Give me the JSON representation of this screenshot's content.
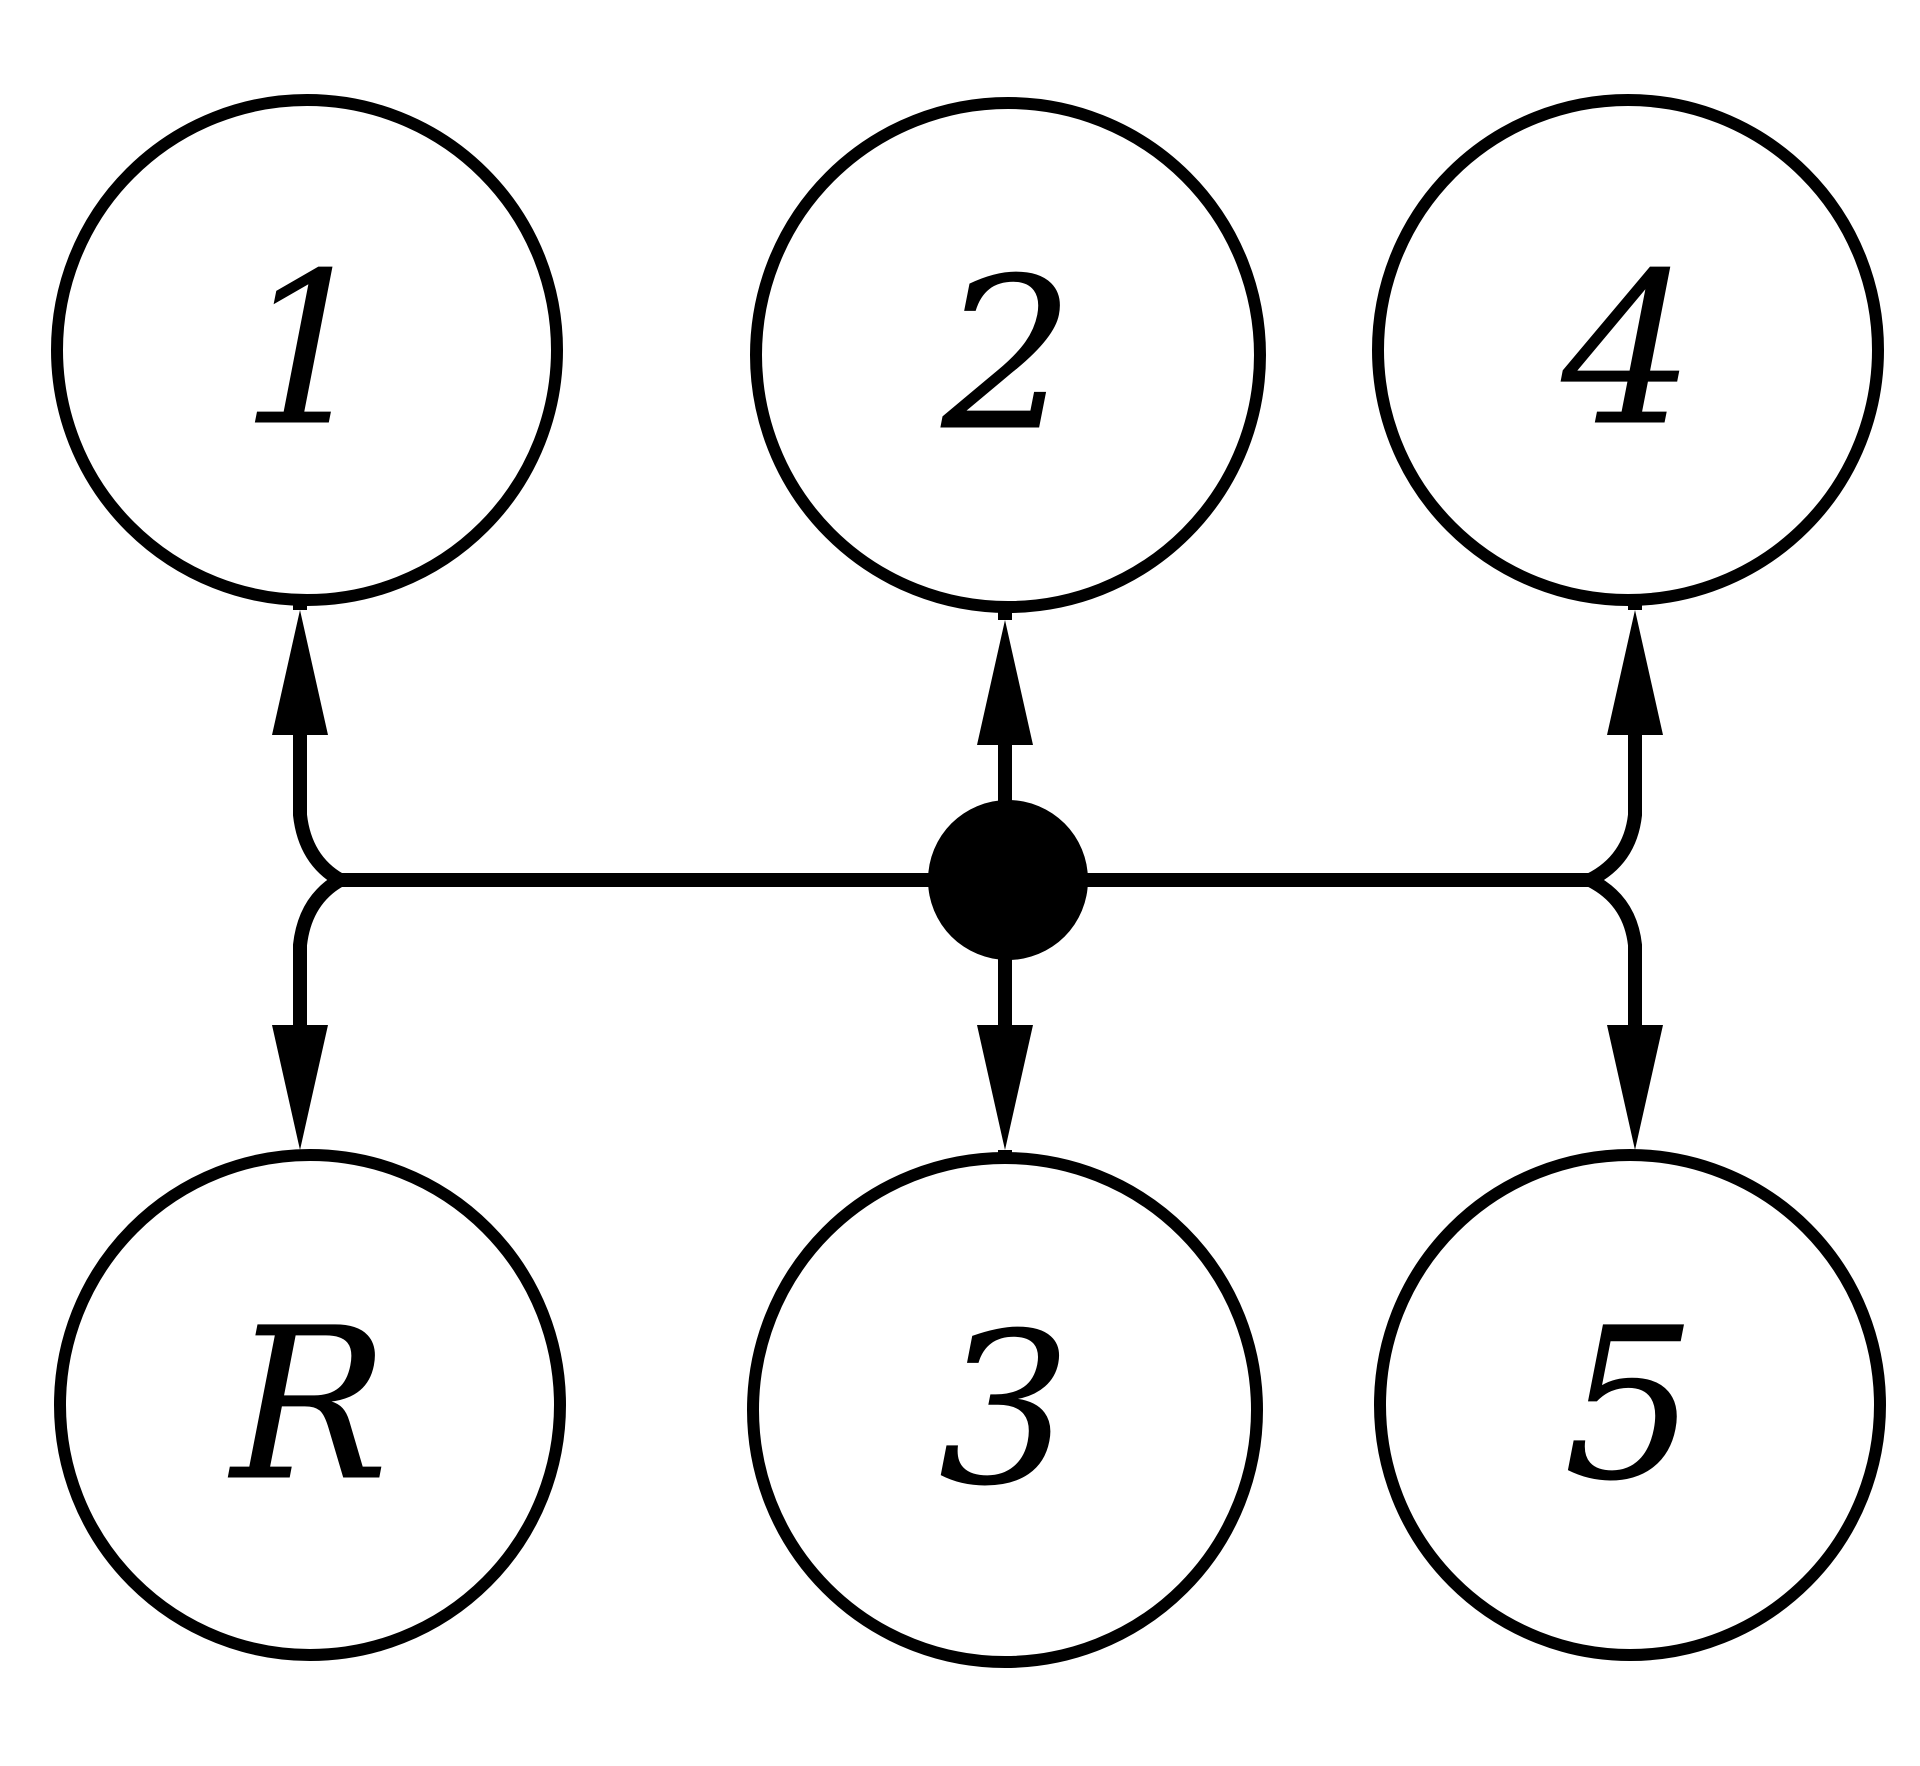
{
  "diagram": {
    "gears": [
      {
        "id": "g1",
        "label": "1"
      },
      {
        "id": "g2",
        "label": "2"
      },
      {
        "id": "g4",
        "label": "4"
      },
      {
        "id": "gR",
        "label": "R"
      },
      {
        "id": "g3",
        "label": "3"
      },
      {
        "id": "g5",
        "label": "5"
      }
    ],
    "colors": {
      "stroke": "#000000",
      "background": "#ffffff"
    }
  }
}
